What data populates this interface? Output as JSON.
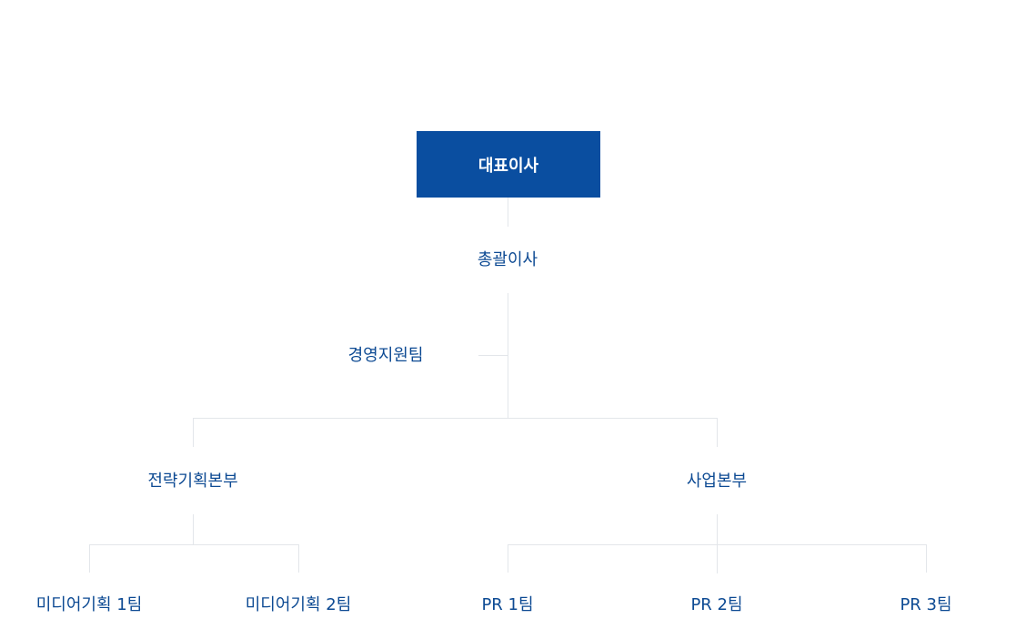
{
  "org_chart": {
    "ceo": "대표이사",
    "gm": "총괄이사",
    "support": "경영지원팀",
    "divisions": {
      "strategy": {
        "label": "전략기획본부",
        "teams": [
          "미디어기획 1팀",
          "미디어기획 2팀"
        ]
      },
      "business": {
        "label": "사업본부",
        "teams": [
          "PR 1팀",
          "PR 2팀",
          "PR 3팀"
        ]
      }
    }
  },
  "colors": {
    "ceo_bg": "#0a4ea0",
    "node_text": "#0d4a93",
    "connector": "#e3e6ea"
  }
}
